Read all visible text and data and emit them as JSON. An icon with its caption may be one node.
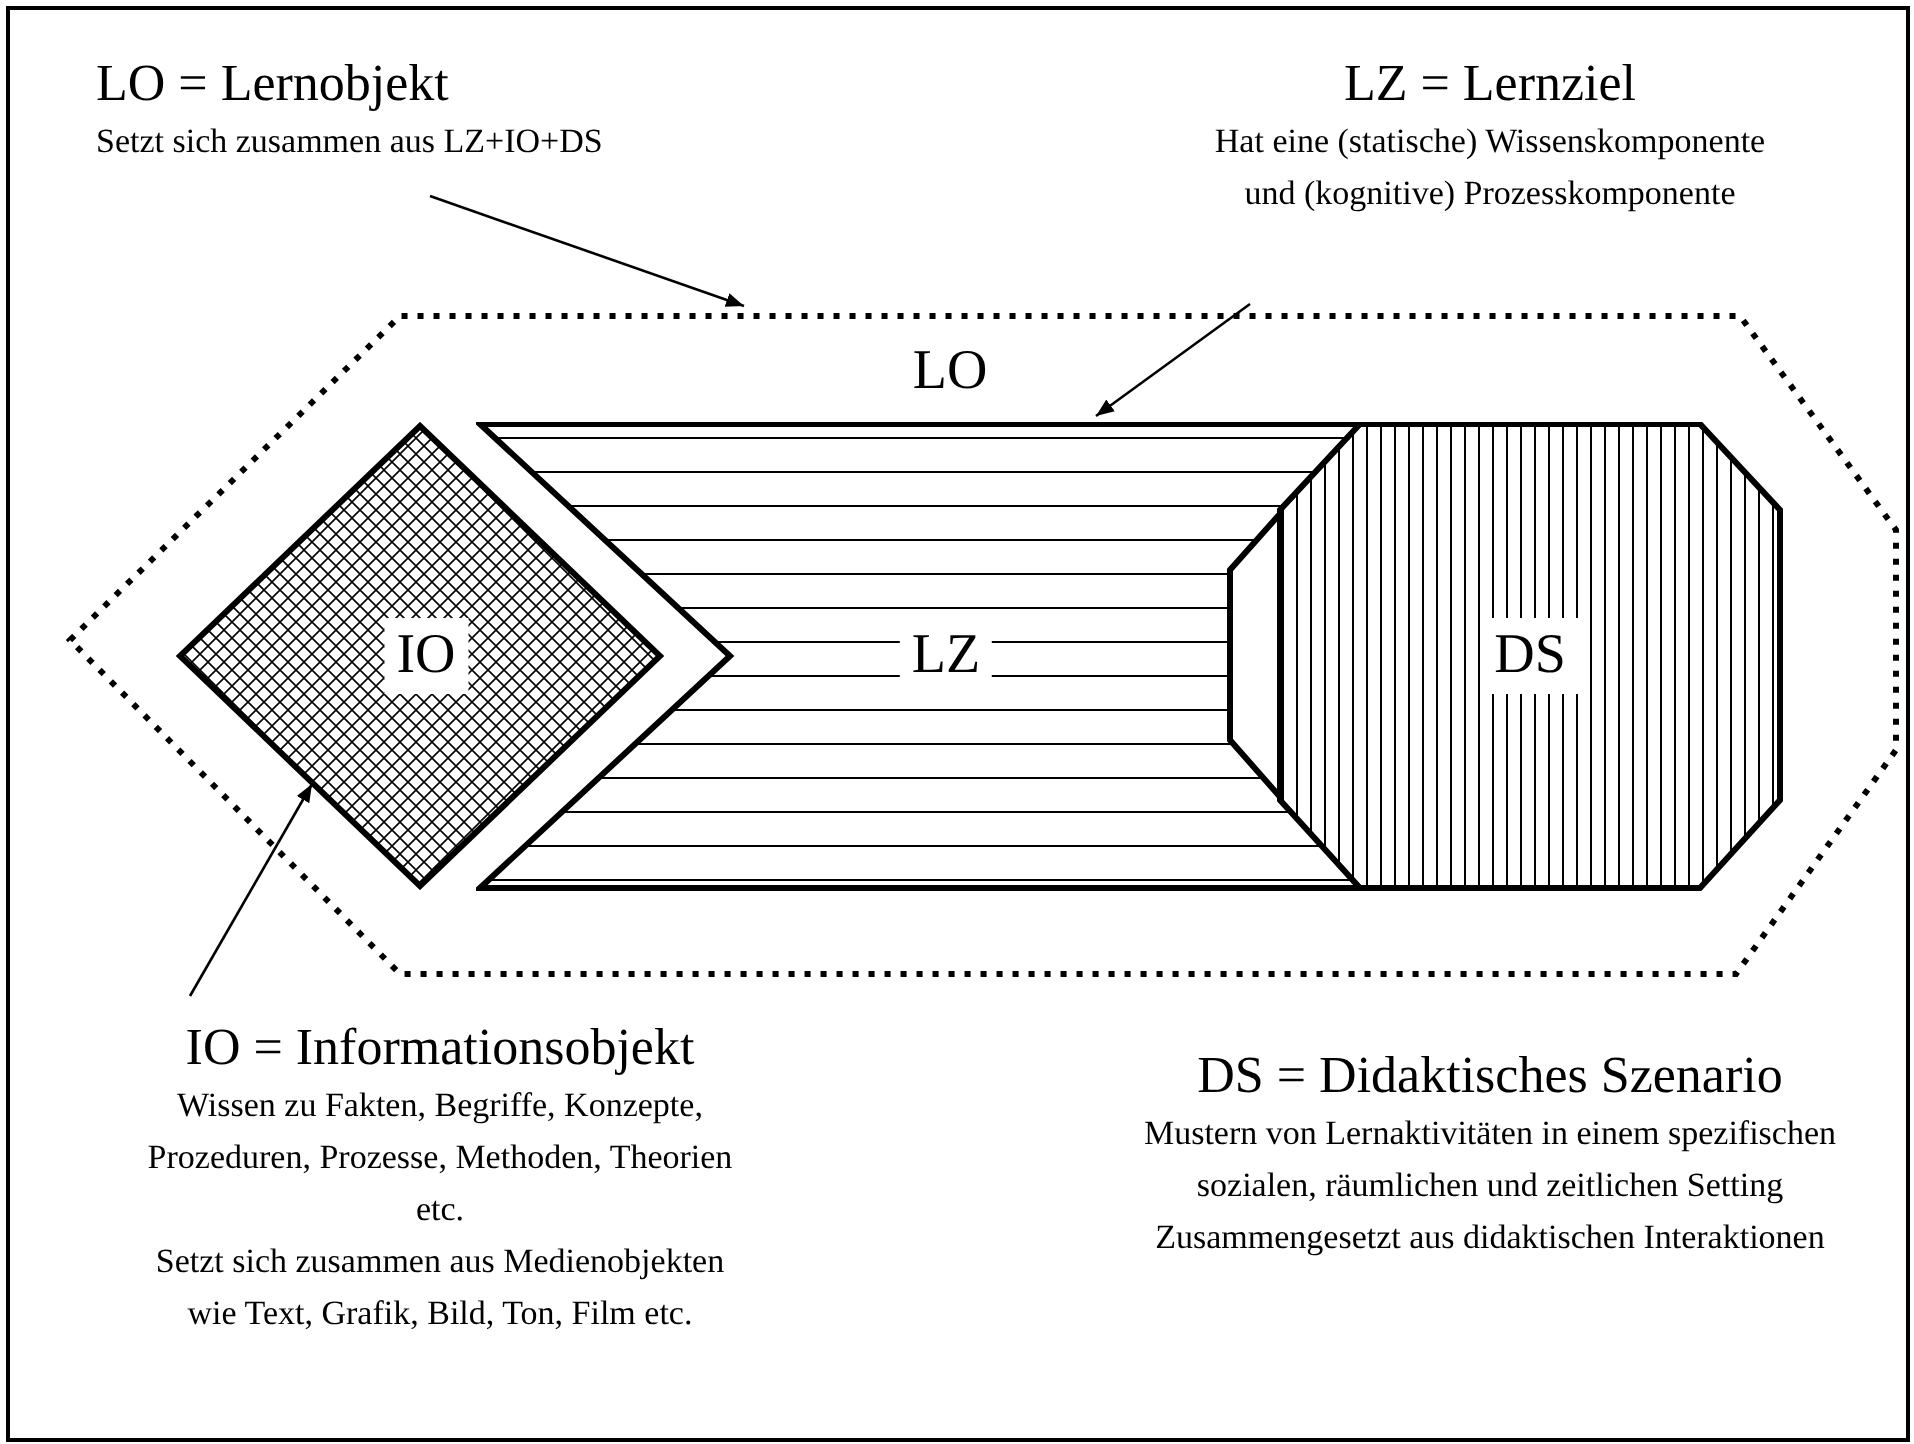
{
  "diagram": {
    "nodes": [
      {
        "text": [
          "LO = Lernobjekt",
          "Setzt sich zusammen aus LZ+IO+DS"
        ]
      },
      {
        "text": [
          "LZ = Lernziel",
          "Hat eine (statische) Wissenskomponente und (kognitive) Prozesskomponente"
        ]
      },
      {
        "text": [
          "LO"
        ]
      },
      {
        "text": [
          "IO"
        ],
        "in": 2
      },
      {
        "text": [
          "LZ"
        ],
        "in": 2
      },
      {
        "text": [
          "DS"
        ],
        "in": 2
      },
      {
        "text": [
          "IO = Informationsobjekt",
          "Wissen zu Fakten, Begriffe, Konzepte, Prozeduren, Prozesse, Methoden, Theorien etc.",
          "Setzt sich zusammen aus Medienobjekten wie Text, Grafik, Bild, Ton, Film etc."
        ]
      }
    ],
    "edges": [
      {
        "from": 0,
        "to": 2,
        "arrow": "to"
      },
      {
        "from": 1,
        "to": 4,
        "arrow": "to"
      },
      {
        "from": 6,
        "to": 3,
        "arrow": "to"
      }
    ],
    "labels": [
      "DS = Didaktisches Szenario",
      "Mustern von Lernaktivitäten in einem spezifischen sozialen, räumlichen und zeitlichen Setting",
      "Zusammengesetzt aus didaktischen Interaktionen"
    ]
  }
}
